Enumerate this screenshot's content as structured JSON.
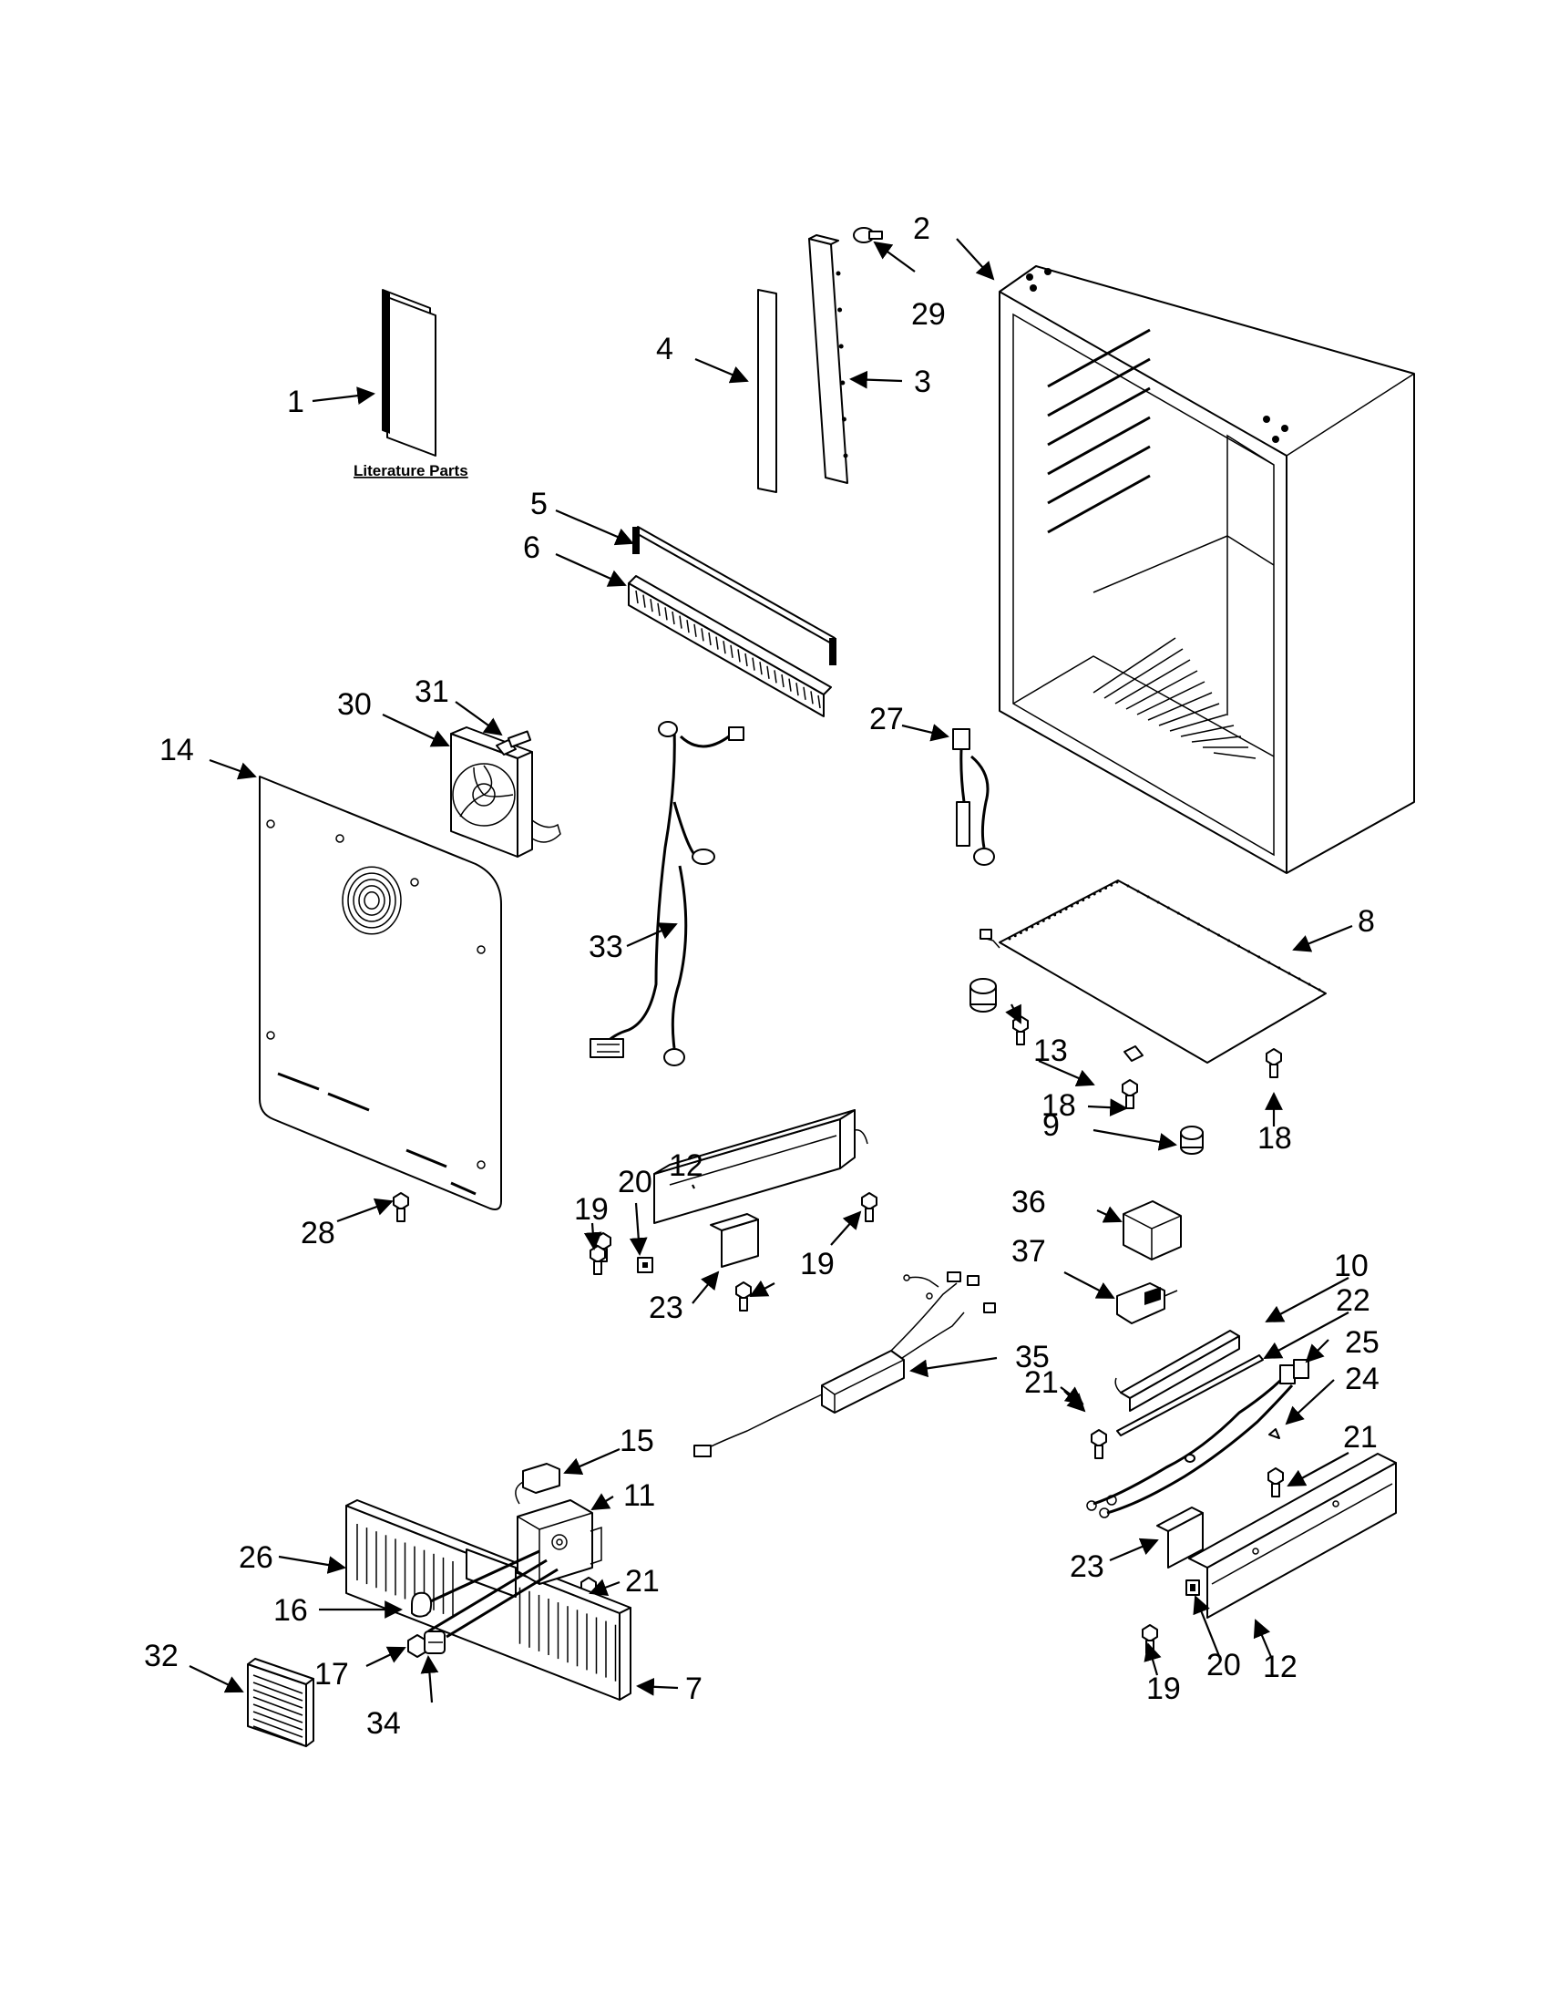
{
  "literature_label": "Literature Parts",
  "callouts": [
    {
      "id": "c1",
      "label": "1"
    },
    {
      "id": "c2",
      "label": "2"
    },
    {
      "id": "c3",
      "label": "3"
    },
    {
      "id": "c4",
      "label": "4"
    },
    {
      "id": "c5",
      "label": "5"
    },
    {
      "id": "c6",
      "label": "6"
    },
    {
      "id": "c7",
      "label": "7"
    },
    {
      "id": "c8",
      "label": "8"
    },
    {
      "id": "c9",
      "label": "9"
    },
    {
      "id": "c10",
      "label": "10"
    },
    {
      "id": "c11",
      "label": "11"
    },
    {
      "id": "c12a",
      "label": "12"
    },
    {
      "id": "c12b",
      "label": "12"
    },
    {
      "id": "c13",
      "label": "13"
    },
    {
      "id": "c14",
      "label": "14"
    },
    {
      "id": "c15",
      "label": "15"
    },
    {
      "id": "c16",
      "label": "16"
    },
    {
      "id": "c17",
      "label": "17"
    },
    {
      "id": "c18a",
      "label": "18"
    },
    {
      "id": "c18b",
      "label": "18"
    },
    {
      "id": "c19a",
      "label": "19"
    },
    {
      "id": "c19b",
      "label": "19"
    },
    {
      "id": "c19c",
      "label": "19"
    },
    {
      "id": "c20a",
      "label": "20"
    },
    {
      "id": "c20b",
      "label": "20"
    },
    {
      "id": "c21a",
      "label": "21"
    },
    {
      "id": "c21b",
      "label": "21"
    },
    {
      "id": "c21c",
      "label": "21"
    },
    {
      "id": "c22",
      "label": "22"
    },
    {
      "id": "c23a",
      "label": "23"
    },
    {
      "id": "c23b",
      "label": "23"
    },
    {
      "id": "c24",
      "label": "24"
    },
    {
      "id": "c25",
      "label": "25"
    },
    {
      "id": "c26",
      "label": "26"
    },
    {
      "id": "c27",
      "label": "27"
    },
    {
      "id": "c28",
      "label": "28"
    },
    {
      "id": "c29",
      "label": "29"
    },
    {
      "id": "c30",
      "label": "30"
    },
    {
      "id": "c31",
      "label": "31"
    },
    {
      "id": "c32",
      "label": "32"
    },
    {
      "id": "c33",
      "label": "33"
    },
    {
      "id": "c34",
      "label": "34"
    },
    {
      "id": "c35",
      "label": "35"
    },
    {
      "id": "c36",
      "label": "36"
    },
    {
      "id": "c37",
      "label": "37"
    }
  ]
}
